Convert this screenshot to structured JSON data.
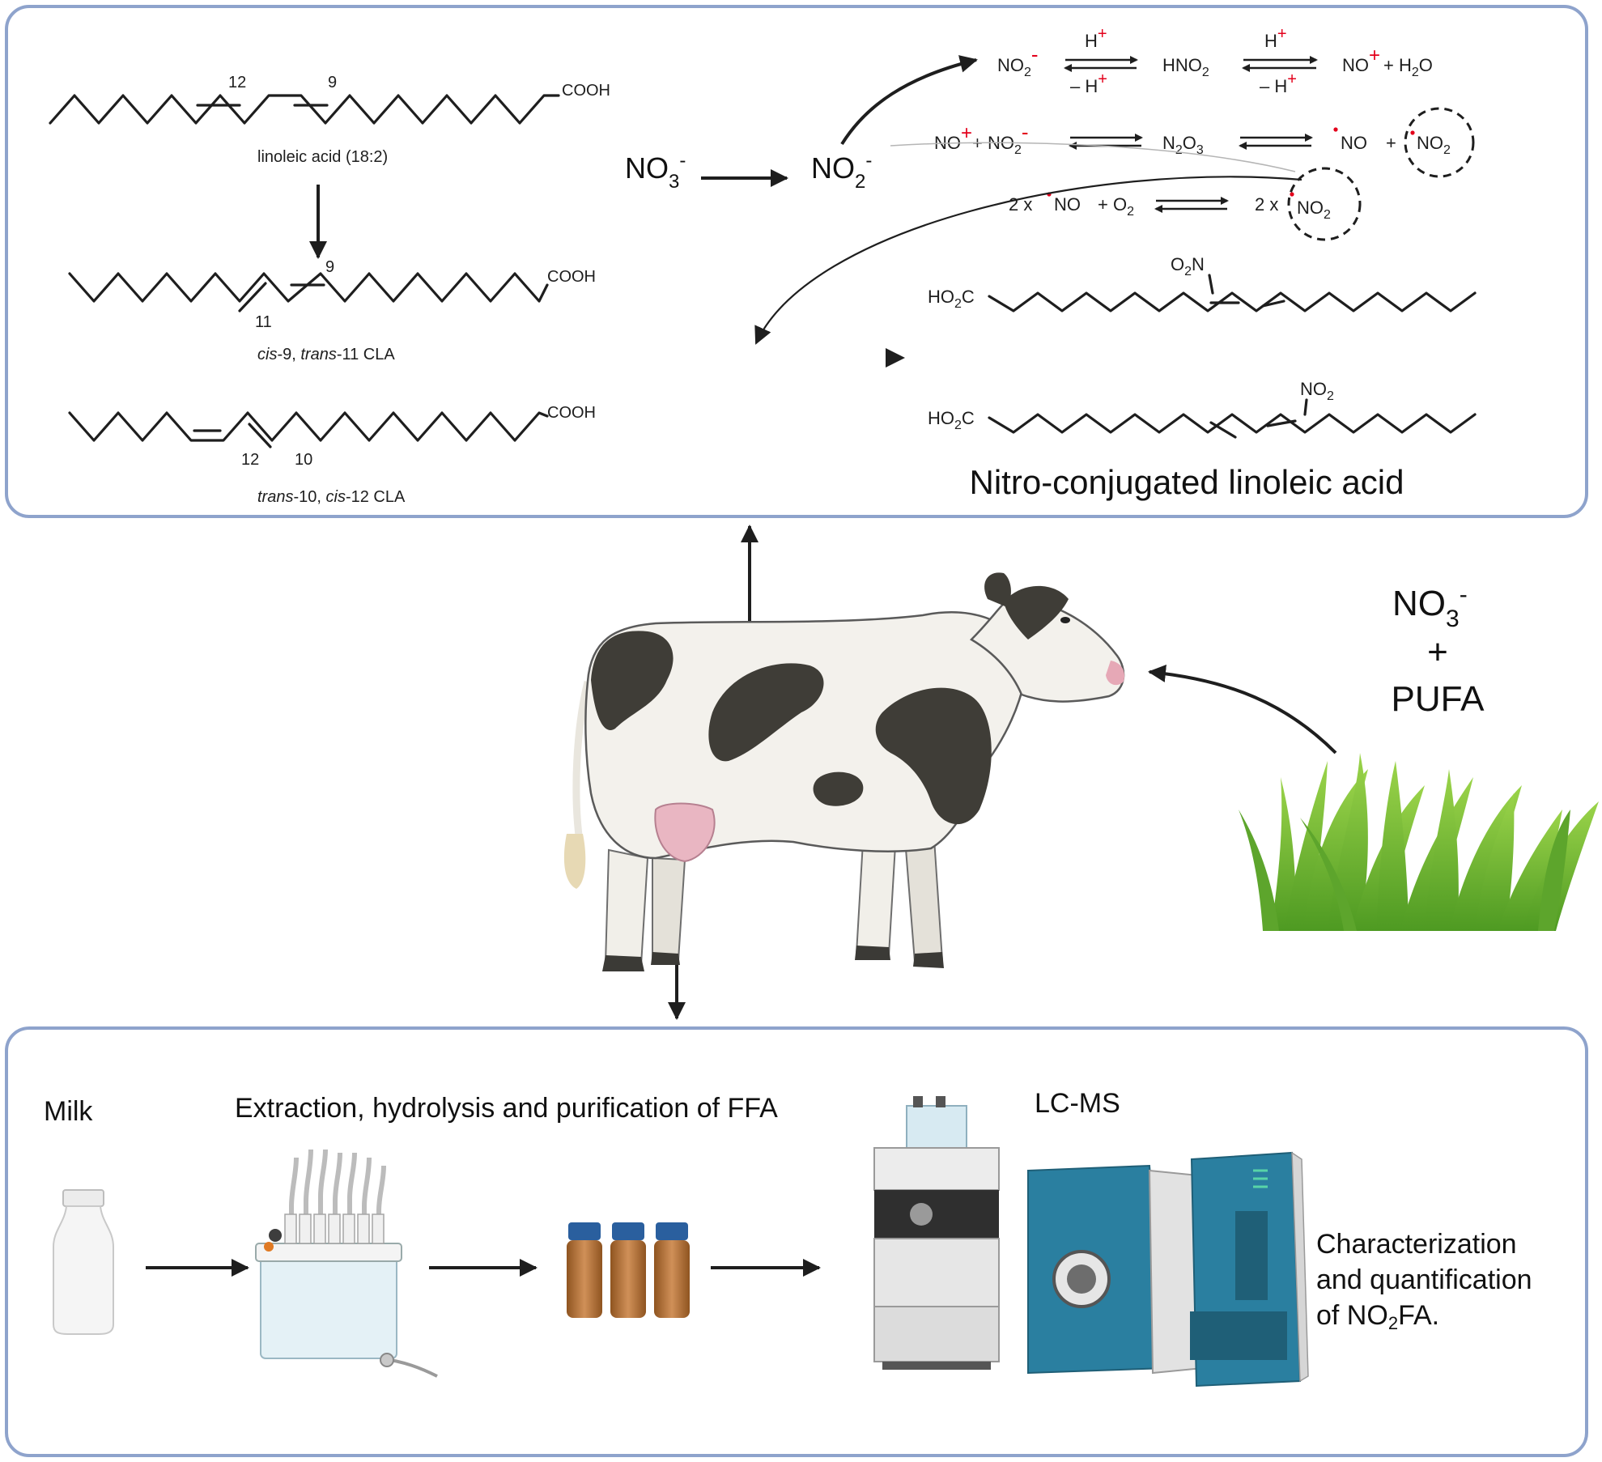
{
  "top_panel": {
    "linoleic": {
      "label": "linoleic acid (18:2)",
      "cooh": "COOH",
      "pos_a": "12",
      "pos_b": "9"
    },
    "cla1": {
      "label_italic_1": "cis",
      "label_1": "-9, ",
      "label_italic_2": "trans",
      "label_2": "-11 CLA",
      "cooh": "COOH",
      "pos_a": "9",
      "pos_b": "11"
    },
    "cla2": {
      "label_italic_1": "trans",
      "label_1": "-10, ",
      "label_italic_2": "cis",
      "label_2": "-12 CLA",
      "cooh": "COOH",
      "pos_a": "12",
      "pos_b": "10"
    },
    "nitrate": "NO",
    "nitrate_sub": "3",
    "nitrite": "NO",
    "nitrite_sub": "2",
    "charge_minus": "-",
    "charge_plus": "+",
    "reactions": {
      "r1": {
        "no2": "NO",
        "hno2": "HNO",
        "h_plus": "H",
        "minus_h_plus": "– H",
        "no_plus": "NO",
        "plus_h2o": "+  H",
        "h2o_o": "O",
        "sub2": "2"
      },
      "r2": {
        "no_plus": "NO",
        "plus": "+  NO",
        "n2o3_n": "N",
        "n2o3_o": "O",
        "sub2": "2",
        "sub3": "3",
        "no_rad": "NO",
        "plus2": "+",
        "no2_rad": "NO"
      },
      "r3": {
        "two_x": "2 x",
        "no": "NO",
        "plus_o2": "+ O",
        "two_x_b": "2 x",
        "no2": "NO",
        "sub2": "2"
      }
    },
    "nitro_products": {
      "ho2c": "HO",
      "ho2c_c": "C",
      "o2n": "O",
      "o2n_n": "N",
      "no2": "NO",
      "sub2": "2",
      "title": "Nitro-conjugated linoleic acid"
    }
  },
  "middle": {
    "feed_no3": "NO",
    "feed_no3_sub": "3",
    "feed_plus": "+",
    "feed_pufa": "PUFA"
  },
  "bottom_panel": {
    "milk": "Milk",
    "extraction": "Extraction, hydrolysis and purification of FFA",
    "lcms": "LC-MS",
    "char_line1": "Characterization",
    "char_line2": "and quantification",
    "char_line3_a": "of NO",
    "char_line3_sub": "2",
    "char_line3_b": "FA."
  },
  "colors": {
    "panel_border": "#8ea3cc",
    "charge_red": "#e3001b",
    "grass_green": "#6fb631",
    "instrument_teal": "#2a7fa0",
    "vial_amber": "#b9793f",
    "vial_cap": "#2a5f9e"
  }
}
